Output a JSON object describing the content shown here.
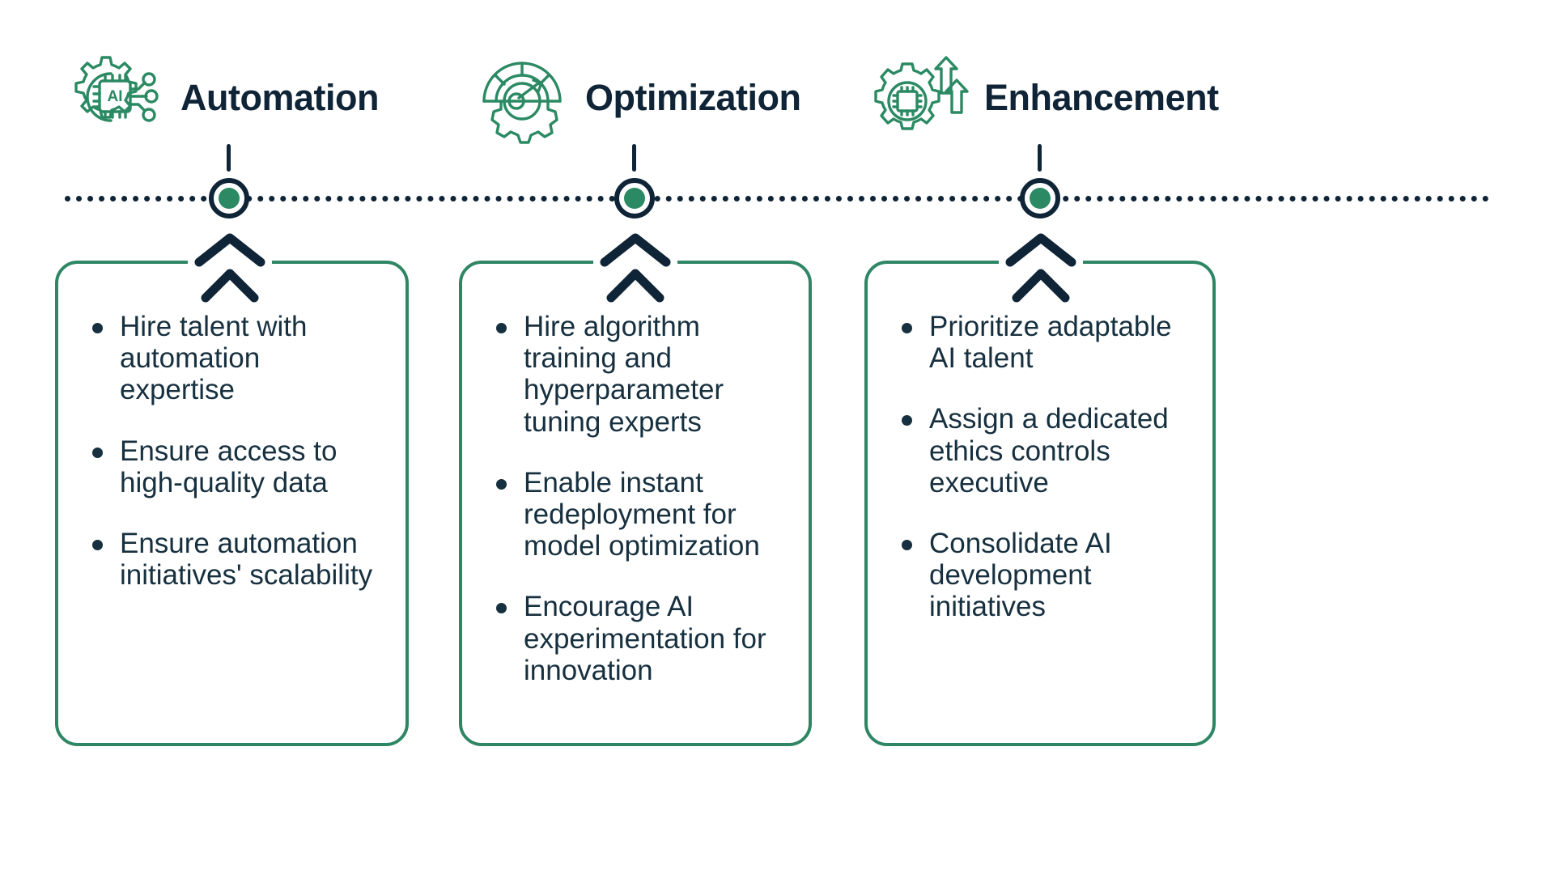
{
  "theme": {
    "background": "#ffffff",
    "accent_green": "#2e8664",
    "icon_green": "#2b8a63",
    "navy": "#0f2436",
    "text_navy": "#17303f"
  },
  "timeline": {
    "name": "dotted-timeline",
    "line_color": "#0f2436",
    "node_fill": "#2b8a63",
    "node_ring": "#0f2436",
    "node_count": 3
  },
  "columns": [
    {
      "id": "automation",
      "title": "Automation",
      "icon": "ai-chip-gear-icon",
      "chevron": "double-chevron-up-icon",
      "bullets": [
        "Hire talent with automation expertise",
        "Ensure access to high-quality data",
        "Ensure automation initiatives' scalability"
      ]
    },
    {
      "id": "optimization",
      "title": "Optimization",
      "icon": "speedometer-gear-icon",
      "chevron": "double-chevron-up-icon",
      "bullets": [
        "Hire algorithm training and hyperparameter tuning experts",
        "Enable instant redeployment for model optimization",
        "Encourage AI experimentation for innovation"
      ]
    },
    {
      "id": "enhancement",
      "title": "Enhancement",
      "icon": "cpu-gear-arrows-icon",
      "chevron": "double-chevron-up-icon",
      "bullets": [
        "Prioritize adaptable AI talent",
        "Assign a dedicated ethics controls executive",
        "Consolidate AI development initiatives"
      ]
    }
  ]
}
